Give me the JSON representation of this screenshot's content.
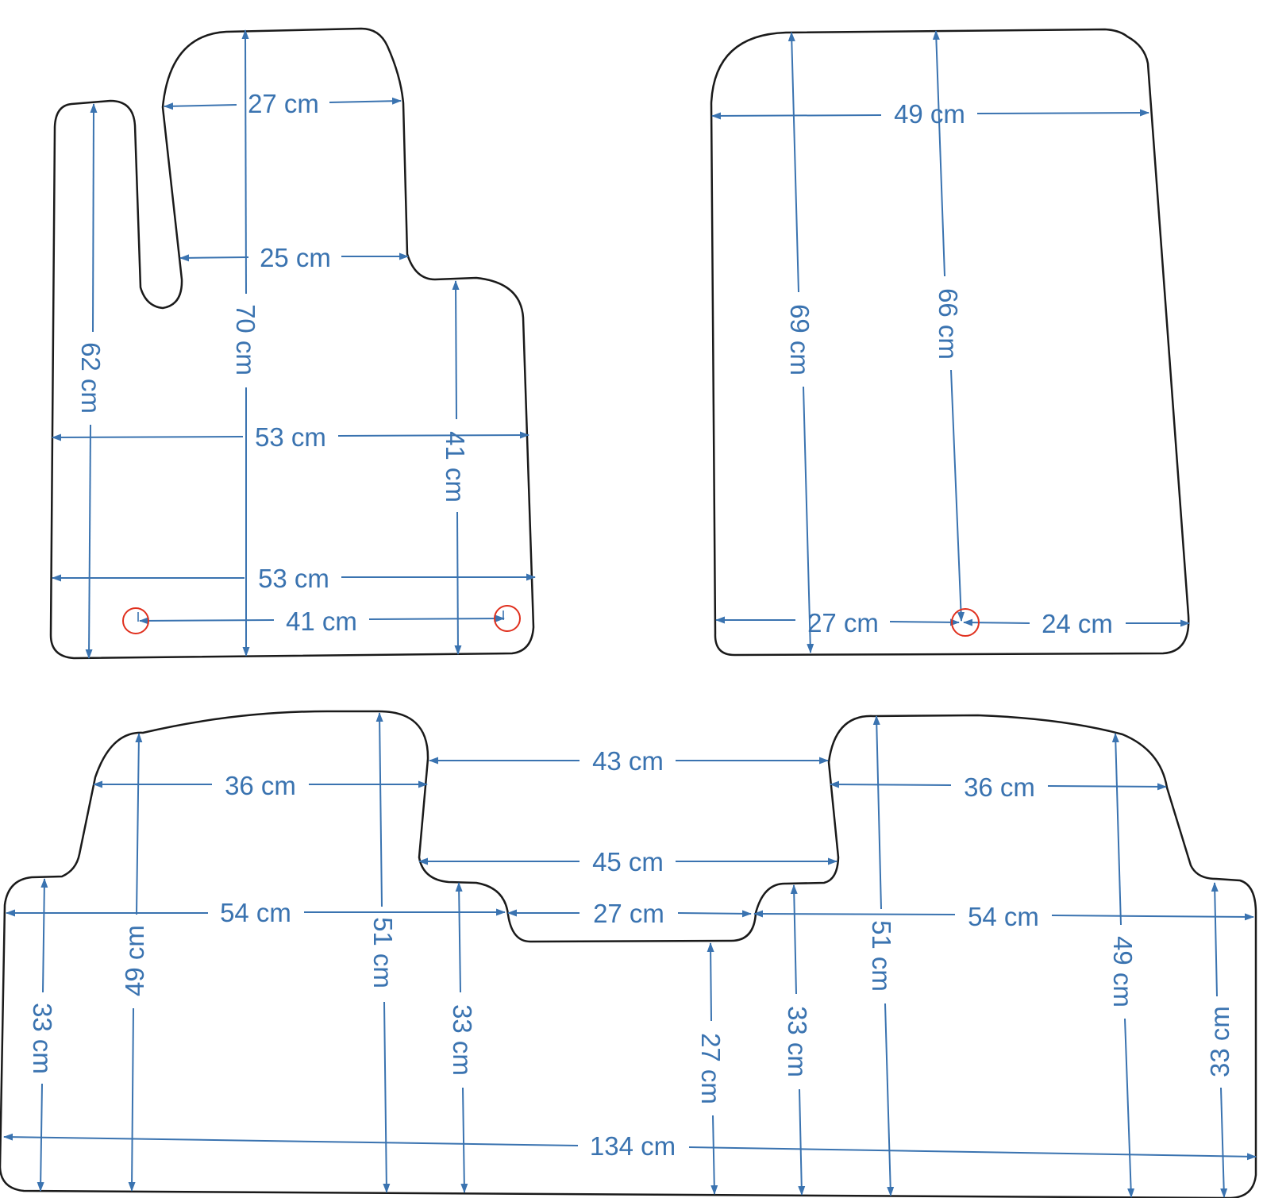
{
  "colors": {
    "outline": "#1a1a1a",
    "dimension": "#3a73b0",
    "marker": "#e0301e",
    "background": "#ffffff"
  },
  "front_left_mat": {
    "width_top": "27 cm",
    "width_notch": "25 cm",
    "height_main": "70 cm",
    "height_left_strip": "62 cm",
    "width_mid": "53 cm",
    "height_right": "41 cm",
    "width_low": "53 cm",
    "fastener_spacing": "41 cm"
  },
  "front_right_mat": {
    "width_top": "49 cm",
    "height_left": "69 cm",
    "height_center": "66 cm",
    "width_bottom_left": "27 cm",
    "width_bottom_right": "24 cm"
  },
  "rear_mat": {
    "width_center_top": "43 cm",
    "width_left_top": "36 cm",
    "width_right_top": "36 cm",
    "width_center_mid": "45 cm",
    "width_left_mid": "54 cm",
    "width_center_tunnel": "27 cm",
    "width_right_mid": "54 cm",
    "height_left_edge": "33 cm",
    "height_left_seat": "49 cm",
    "height_left_inner": "51 cm",
    "height_center_left": "33 cm",
    "height_center": "27 cm",
    "height_center_right": "33 cm",
    "height_right_inner": "51 cm",
    "height_right_seat": "49 cm",
    "height_right_edge": "33 cm",
    "width_total": "134 cm"
  }
}
